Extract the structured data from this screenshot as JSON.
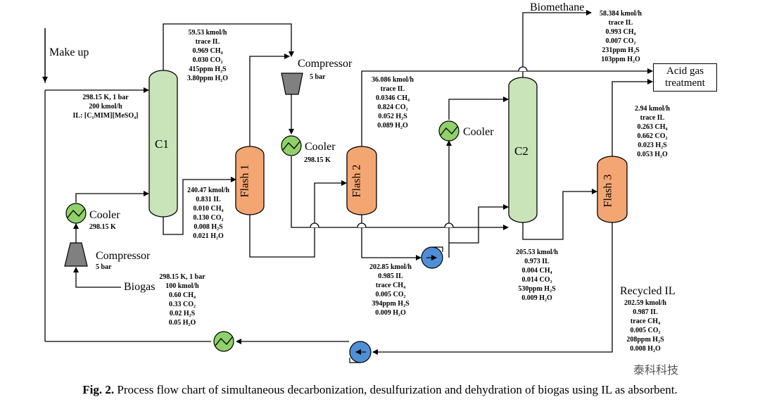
{
  "units": {
    "C1": "C1",
    "C2": "C2",
    "Flash1": "Flash 1",
    "Flash2": "Flash 2",
    "Flash3": "Flash 3"
  },
  "labels": {
    "make_up": "Make up",
    "biomethane": "Biomethane",
    "compressor_top": "Compressor",
    "compressor_top_pressure": "5 bar",
    "cooler_mid": "Cooler",
    "cooler_mid_temp": "298.15 K",
    "cooler_right": "Cooler",
    "cooler_left": "Cooler",
    "cooler_left_temp": "298.15 K",
    "compressor_left": "Compressor",
    "compressor_left_pressure": "5 bar",
    "biogas": "Biogas",
    "recycled_il": "Recycled IL",
    "acid_gas_line1": "Acid gas",
    "acid_gas_line2": "treatment"
  },
  "streams": {
    "il_feed": [
      "298.15 K, 1 bar",
      "200 kmol/h",
      "IL: [C₁MIM][MeSO₄]"
    ],
    "c1_top": [
      "59.53 kmol/h",
      "trace IL",
      "0.969 CH₄",
      "0.030 CO₂",
      "415ppm H₂S",
      "3.80ppm H₂O"
    ],
    "c1_bottom": [
      "240.47 kmol/h",
      "0.831 IL",
      "0.010 CH₄",
      "0.130 CO₂",
      "0.008 H₂S",
      "0.021 H₂O"
    ],
    "flash2_top": [
      "36.086 kmol/h",
      "trace IL",
      "0.0346 CH₄",
      "0.824 CO₂",
      "0.052 H₂S",
      "0.089 H₂O"
    ],
    "biomethane": [
      "58.384 kmol/h",
      "trace IL",
      "0.993 CH₄",
      "0.007 CO₂",
      "231ppm H₂S",
      "103ppm H₂O"
    ],
    "flash3_top": [
      "2.94 kmol/h",
      "trace IL",
      "0.263 CH₄",
      "0.662 CO₂",
      "0.023 H₂S",
      "0.053 H₂O"
    ],
    "c2_bottom": [
      "205.53 kmol/h",
      "0.973 IL",
      "0.004 CH₄",
      "0.014 CO₂",
      "530ppm H₂S",
      "0.009 H₂O"
    ],
    "flash2_bottom": [
      "202.85 kmol/h",
      "0.985 IL",
      "trace CH₄",
      "0.005 CO₂",
      "394ppm H₂S",
      "0.009 H₂O"
    ],
    "biogas": [
      "298.15 K, 1 bar",
      "100 kmol/h",
      "0.60 CH₄",
      "0.33 CO₂",
      "0.02 H₂S",
      "0.05 H₂O"
    ],
    "recycled": [
      "202.59 kmol/h",
      "0.987 IL",
      "trace CH₄",
      "0.005 CO₂",
      "208ppm H₂S",
      "0.008 H₂O"
    ]
  },
  "caption": {
    "label": "Fig. 2.",
    "text": " Process flow chart of simultaneous decarbonization, desulfurization and dehydration of biogas using IL as absorbent."
  },
  "watermark": "泰科科技",
  "colors": {
    "column": "#c9e4b8",
    "flash": "#f4a672",
    "cooler": "#8fd16a",
    "pump": "#4f8fd6",
    "compressor": "#808080"
  }
}
